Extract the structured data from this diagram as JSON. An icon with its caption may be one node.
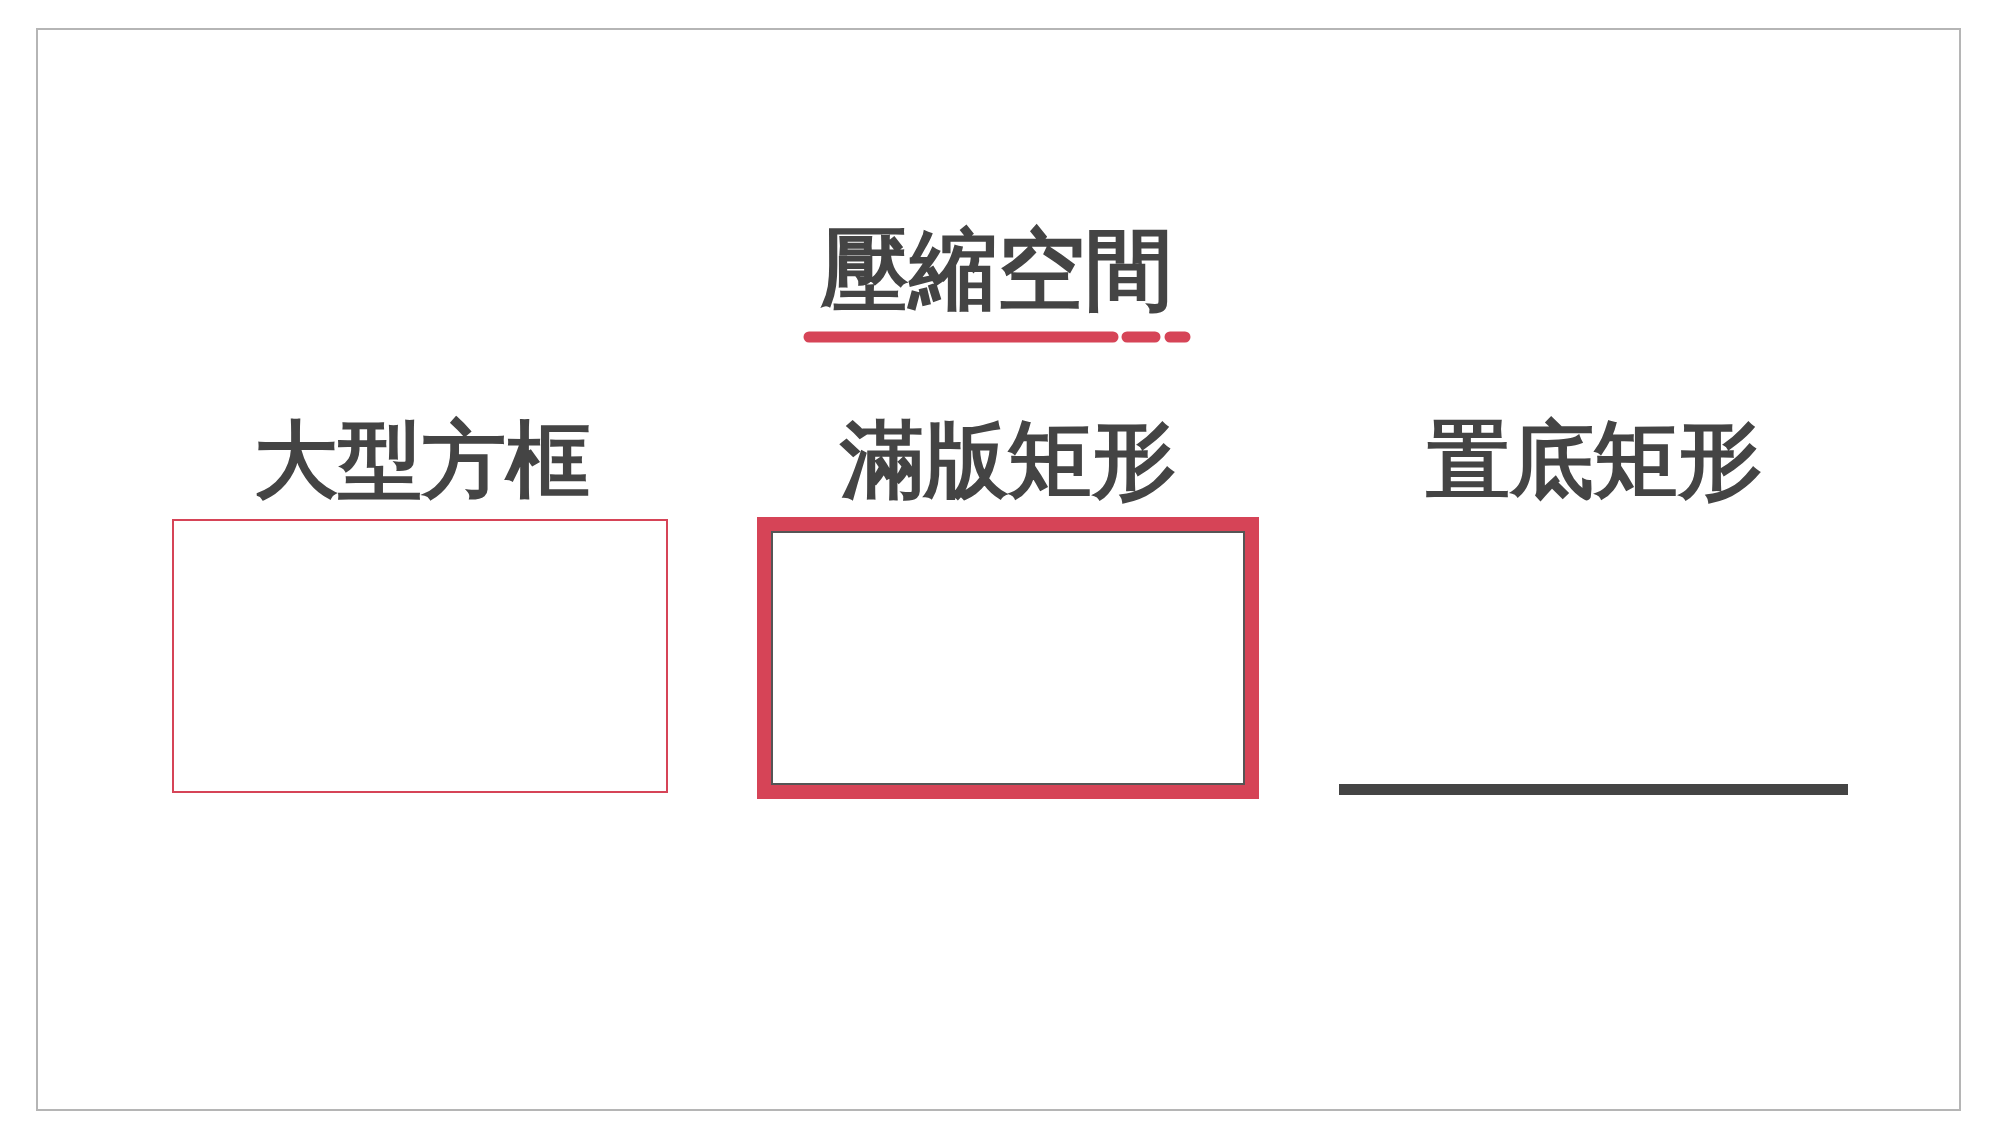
{
  "diagram": {
    "title": "壓縮空間",
    "nodes": [
      {
        "text": [
          "大型方框"
        ]
      },
      {
        "text": [
          "滿版矩形"
        ]
      },
      {
        "text": [
          "置底矩形"
        ]
      }
    ]
  }
}
